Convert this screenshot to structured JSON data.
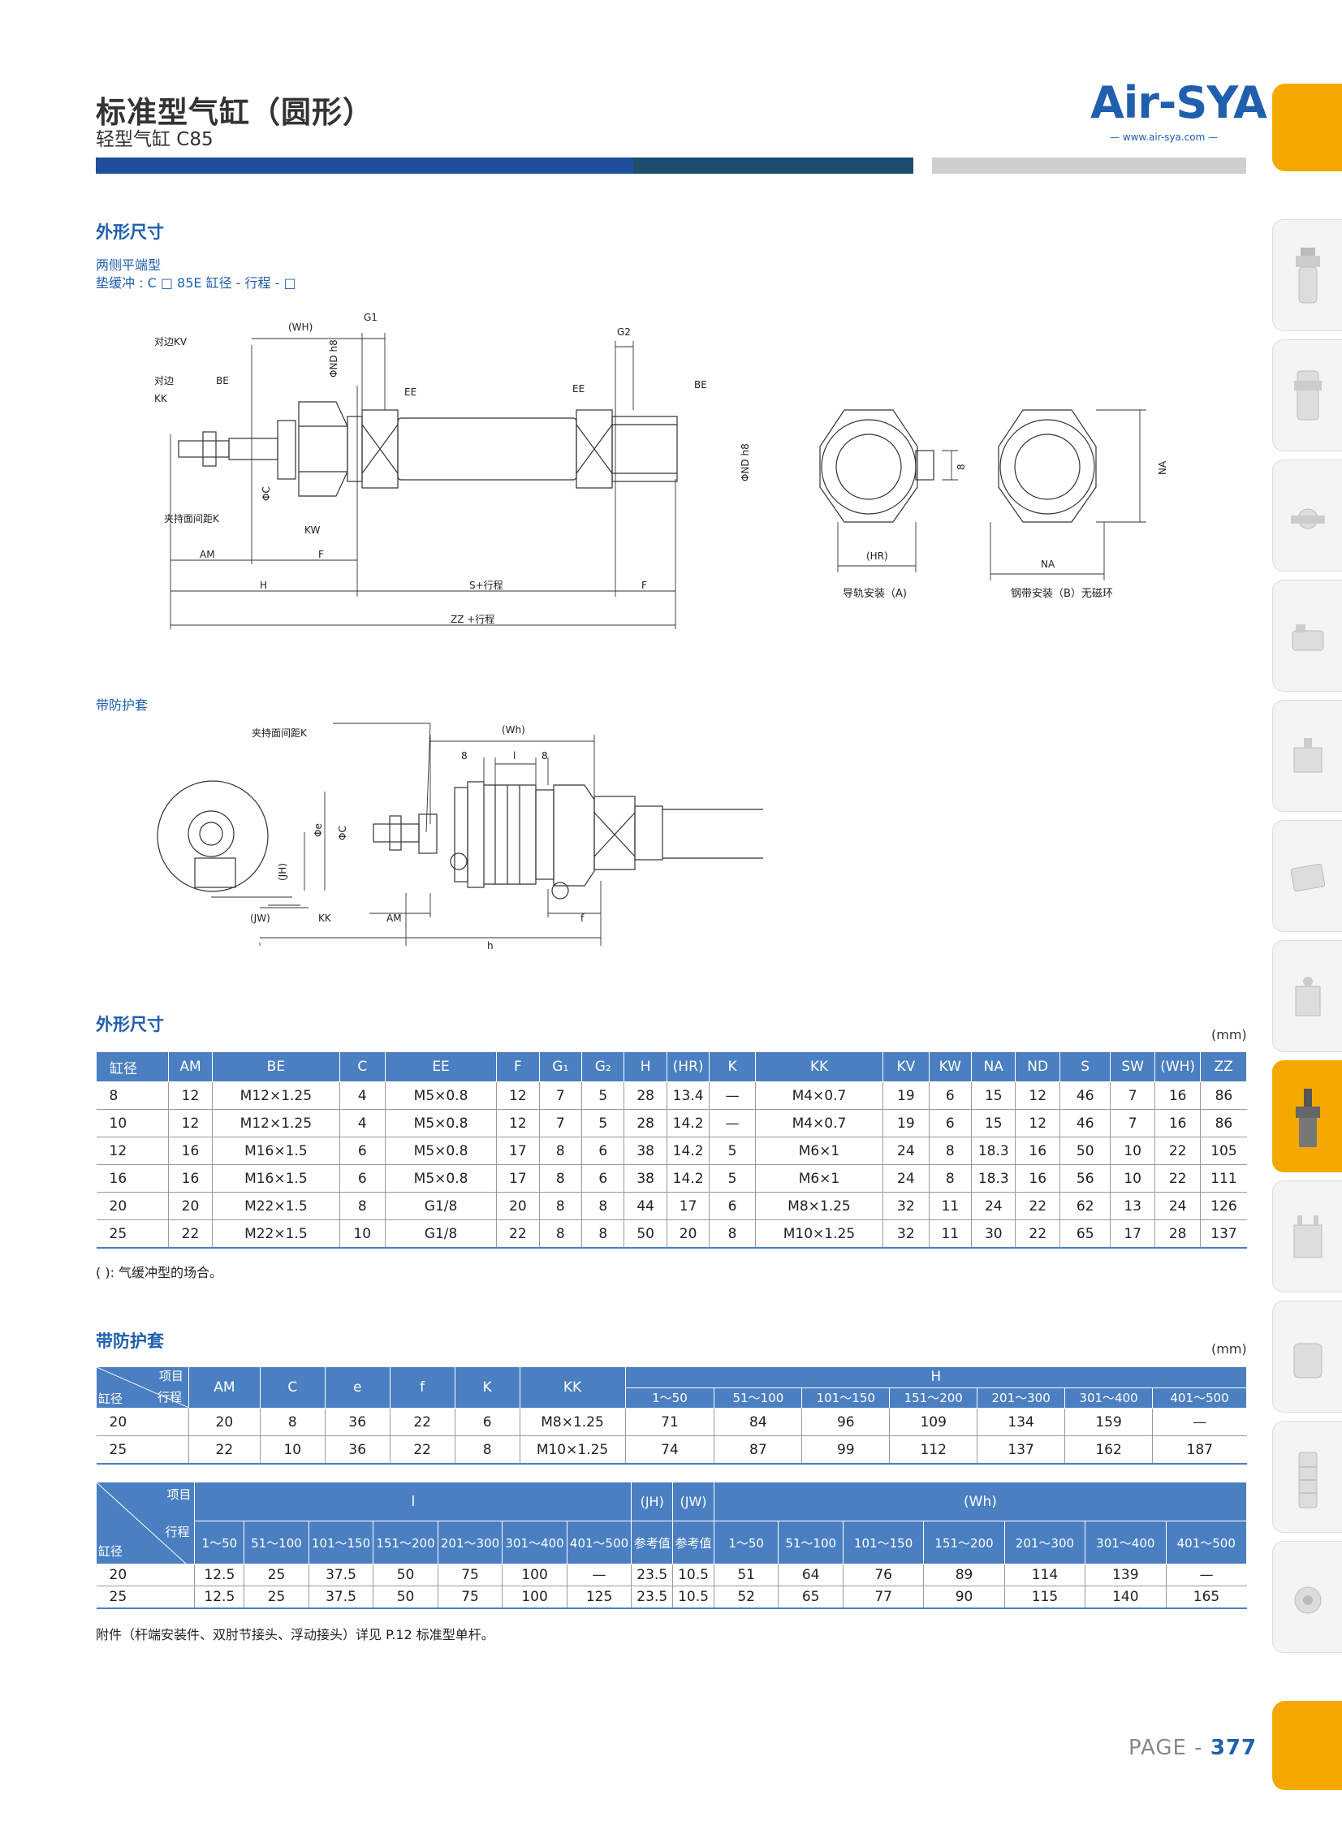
{
  "header": {
    "title": "标准型气缸（圆形）",
    "subtitle": "轻型气缸 C85",
    "logo": "Air-SYA",
    "logo_url": "— www.air-sya.com —"
  },
  "section1": {
    "heading": "外形尺寸",
    "type_label": "两侧平端型",
    "model_label": "垫缓冲 : C □ 85E 缸径 - 行程 - □"
  },
  "drawing1": {
    "labels": {
      "kv": "对边KV",
      "kk_a": "对边",
      "kk_b": "KK",
      "be": "BE",
      "wh": "(WH)",
      "nd": "ΦND h8",
      "g1": "G1",
      "g2": "G2",
      "ee_l": "EE",
      "ee_r": "EE",
      "be_r": "BE",
      "nd_r": "ΦND h8",
      "phic": "ΦC",
      "k": "夹持面间距K",
      "kw": "KW",
      "am": "AM",
      "f_l": "F",
      "h": "H",
      "s": "S+行程",
      "f_r": "F",
      "zz": "ZZ +行程"
    },
    "hr": "(HR)",
    "eight": "8",
    "na_v": "NA",
    "na_h": "NA",
    "caption_a": "导轨安装（A)",
    "caption_b": "钢带安装（B）无磁环"
  },
  "section2": {
    "label": "带防护套"
  },
  "drawing2": {
    "k": "夹持面间距K",
    "wh": "(Wh)",
    "eight_l": "8",
    "l": "l",
    "eight_r": "8",
    "phie": "Φe",
    "phic": "ΦC",
    "jh": "(JH)",
    "jw": "(JW)",
    "kk": "KK",
    "am": "AM",
    "f": "f",
    "h": "h"
  },
  "table1": {
    "heading": "外形尺寸",
    "unit": "(mm)",
    "headers": [
      "缸径",
      "AM",
      "BE",
      "C",
      "EE",
      "F",
      "G₁",
      "G₂",
      "H",
      "(HR)",
      "K",
      "KK",
      "KV",
      "KW",
      "NA",
      "ND",
      "S",
      "SW",
      "(WH)",
      "ZZ"
    ],
    "rows": [
      [
        "8",
        "12",
        "M12×1.25",
        "4",
        "M5×0.8",
        "12",
        "7",
        "5",
        "28",
        "13.4",
        "—",
        "M4×0.7",
        "19",
        "6",
        "15",
        "12",
        "46",
        "7",
        "16",
        "86"
      ],
      [
        "10",
        "12",
        "M12×1.25",
        "4",
        "M5×0.8",
        "12",
        "7",
        "5",
        "28",
        "14.2",
        "—",
        "M4×0.7",
        "19",
        "6",
        "15",
        "12",
        "46",
        "7",
        "16",
        "86"
      ],
      [
        "12",
        "16",
        "M16×1.5",
        "6",
        "M5×0.8",
        "17",
        "8",
        "6",
        "38",
        "14.2",
        "5",
        "M6×1",
        "24",
        "8",
        "18.3",
        "16",
        "50",
        "10",
        "22",
        "105"
      ],
      [
        "16",
        "16",
        "M16×1.5",
        "6",
        "M5×0.8",
        "17",
        "8",
        "6",
        "38",
        "14.2",
        "5",
        "M6×1",
        "24",
        "8",
        "18.3",
        "16",
        "56",
        "10",
        "22",
        "111"
      ],
      [
        "20",
        "20",
        "M22×1.5",
        "8",
        "G1/8",
        "20",
        "8",
        "8",
        "44",
        "17",
        "6",
        "M8×1.25",
        "32",
        "11",
        "24",
        "22",
        "62",
        "13",
        "24",
        "126"
      ],
      [
        "25",
        "22",
        "M22×1.5",
        "10",
        "G1/8",
        "22",
        "8",
        "8",
        "50",
        "20",
        "8",
        "M10×1.25",
        "32",
        "11",
        "30",
        "22",
        "65",
        "17",
        "28",
        "137"
      ]
    ],
    "note": "( ): 气缓冲型的场合。"
  },
  "table2": {
    "heading": "带防护套",
    "unit": "(mm)",
    "corner_top": "项目",
    "corner_bottom": "缸径",
    "corner_mid": "行程",
    "headers": [
      "AM",
      "C",
      "e",
      "f",
      "K",
      "KK"
    ],
    "h_group": "H",
    "h_sub": [
      "1～50",
      "51～100",
      "101～150",
      "151～200",
      "201～300",
      "301～400",
      "401～500"
    ],
    "rows": [
      [
        "20",
        "20",
        "8",
        "36",
        "22",
        "6",
        "M8×1.25",
        "71",
        "84",
        "96",
        "109",
        "134",
        "159",
        "—"
      ],
      [
        "25",
        "22",
        "10",
        "36",
        "22",
        "8",
        "M10×1.25",
        "74",
        "87",
        "99",
        "112",
        "137",
        "162",
        "187"
      ]
    ]
  },
  "table3": {
    "corner_top": "项目",
    "corner_bottom": "缸径",
    "corner_mid": "行程",
    "l_group": "l",
    "jh": "(JH)",
    "jw": "(JW)",
    "ref": "参考值",
    "wh_group": "(Wh)",
    "l_sub": [
      "1～50",
      "51～100",
      "101～150",
      "151～200",
      "201～300",
      "301～400",
      "401～500"
    ],
    "wh_sub": [
      "1～50",
      "51～100",
      "101～150",
      "151～200",
      "201～300",
      "301～400",
      "401～500"
    ],
    "rows": [
      [
        "20",
        "12.5",
        "25",
        "37.5",
        "50",
        "75",
        "100",
        "—",
        "23.5",
        "10.5",
        "51",
        "64",
        "76",
        "89",
        "114",
        "139",
        "—"
      ],
      [
        "25",
        "12.5",
        "25",
        "37.5",
        "50",
        "75",
        "100",
        "125",
        "23.5",
        "10.5",
        "52",
        "65",
        "77",
        "90",
        "115",
        "140",
        "165"
      ]
    ],
    "note": "附件（杆端安装件、双肘节接头、浮动接头）详见 P.12 标准型单杆。"
  },
  "footer": {
    "page_label": "PAGE - ",
    "page_number": "377"
  },
  "colors": {
    "brand_blue": "#1f5fae",
    "header_blue": "#4a7fc1",
    "accent_orange": "#f5a800"
  }
}
